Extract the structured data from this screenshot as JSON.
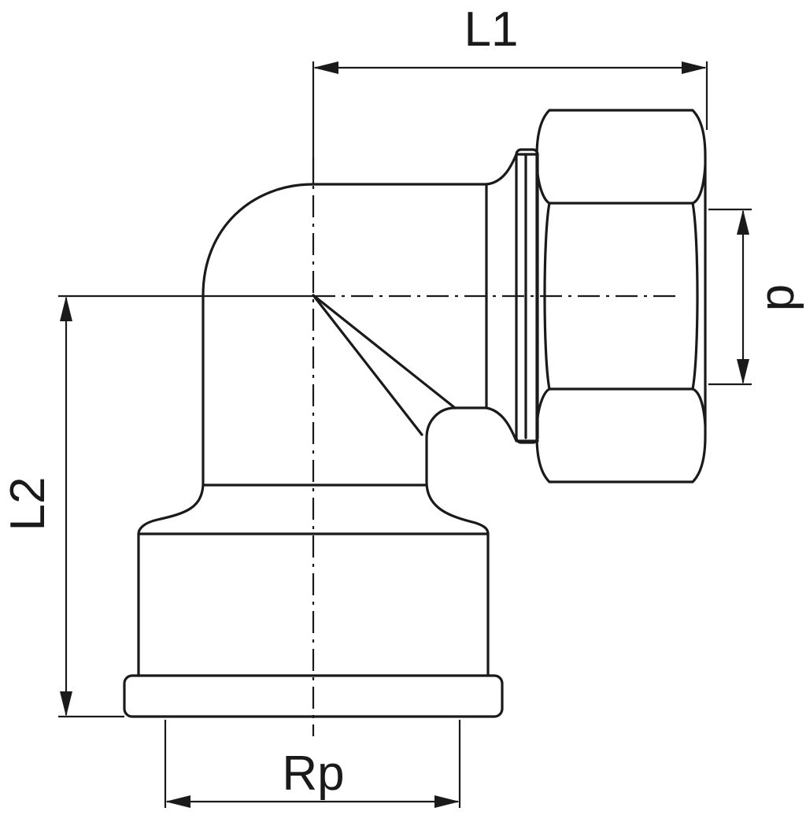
{
  "labels": {
    "l1": "L1",
    "l2": "L2",
    "p": "p",
    "rp": "Rp"
  },
  "colors": {
    "line": "#1a1a1a",
    "background": "#ffffff"
  }
}
